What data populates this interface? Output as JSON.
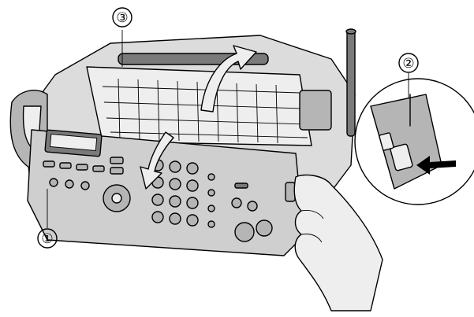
{
  "callouts": [
    {
      "id": "callout-1",
      "label": "①"
    },
    {
      "id": "callout-2",
      "label": "②"
    },
    {
      "id": "callout-3",
      "label": "③"
    }
  ]
}
